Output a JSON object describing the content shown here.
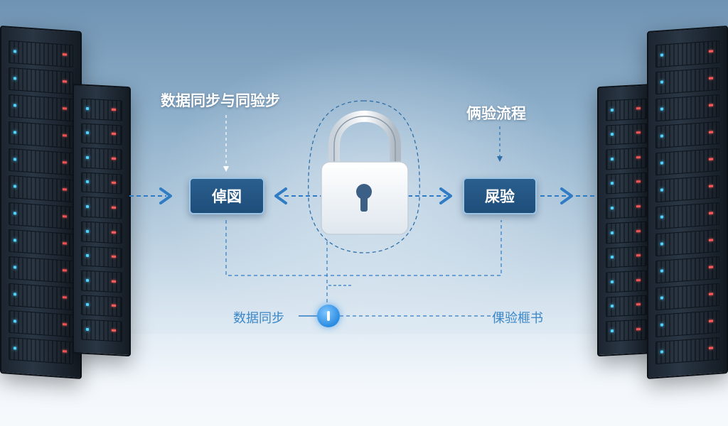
{
  "labels": {
    "top_left": "数据同步与同验步",
    "top_right": "俩验流程",
    "box_left": "倬図",
    "box_right": "屎验",
    "bottom_left": "数据同步",
    "bottom_right": "倮验榧书"
  },
  "colors": {
    "accent": "#2b8be0",
    "box_fill": "#1e4d79",
    "label_blue": "#3b87c8"
  },
  "icons": {
    "center": "padlock-icon",
    "bottom_node": "status-node-icon"
  }
}
